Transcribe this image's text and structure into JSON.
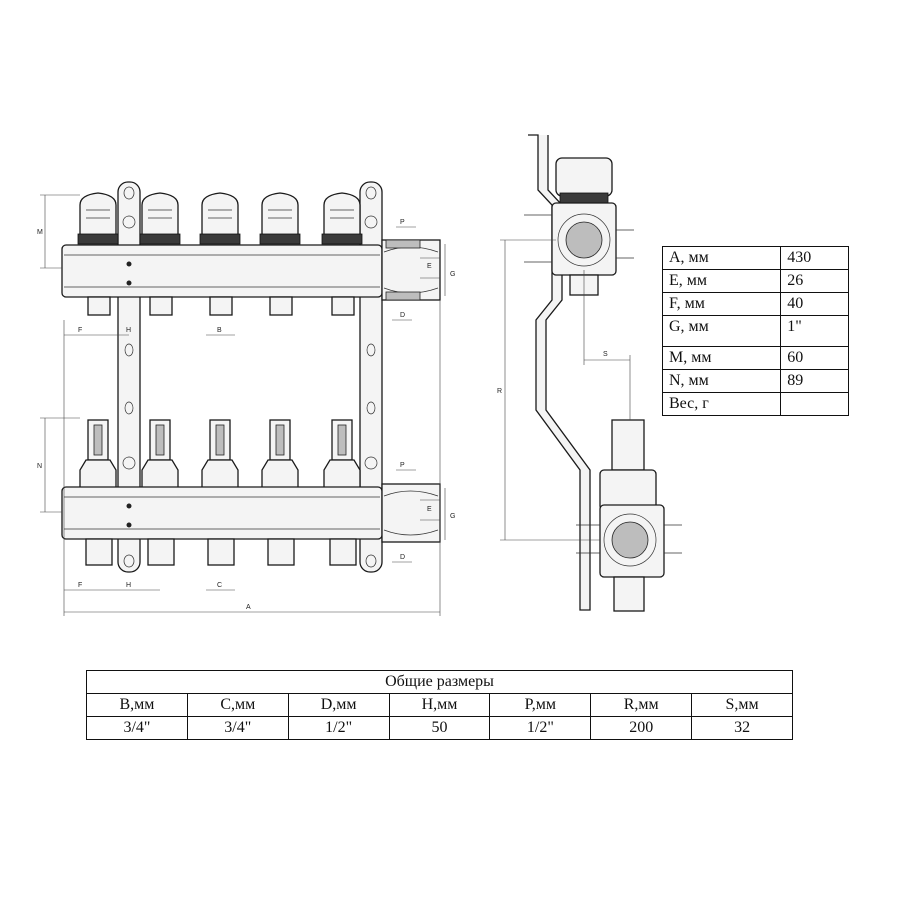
{
  "spec_table": {
    "rows": [
      {
        "key": "A, мм",
        "value": "430"
      },
      {
        "key": "E, мм",
        "value": "26"
      },
      {
        "key": "F, мм",
        "value": "40"
      },
      {
        "key": "G, мм",
        "value": "1\""
      },
      {
        "key": "M, мм",
        "value": "60"
      },
      {
        "key": "N, мм",
        "value": "89"
      },
      {
        "key": "Вес, г",
        "value": ""
      }
    ]
  },
  "dims_table": {
    "title": "Общие размеры",
    "headers": [
      "B,мм",
      "C,мм",
      "D,мм",
      "H,мм",
      "P,мм",
      "R,мм",
      "S,мм"
    ],
    "values": [
      "3/4\"",
      "3/4\"",
      "1/2\"",
      "50",
      "1/2\"",
      "200",
      "32"
    ]
  },
  "drawing_labels": {
    "M": "M",
    "N": "N",
    "F": "F",
    "H": "H",
    "B": "B",
    "C": "C",
    "A": "A",
    "P": "P",
    "E": "E",
    "G": "G",
    "D": "D",
    "R": "R",
    "S": "S"
  }
}
